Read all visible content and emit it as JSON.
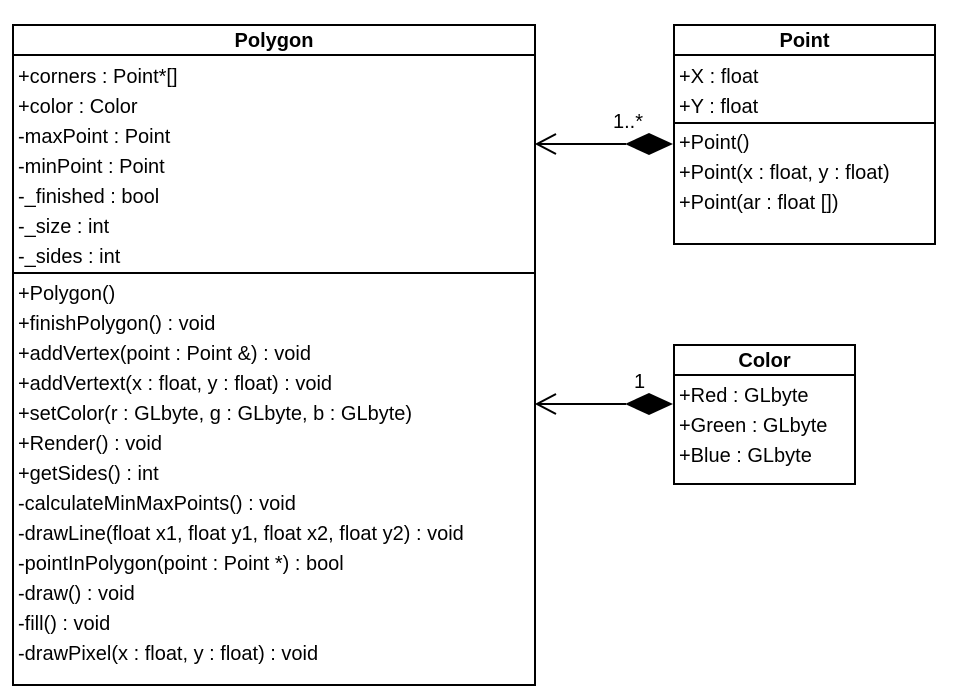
{
  "classes": {
    "polygon": {
      "name": "Polygon",
      "attributes": [
        "+corners : Point*[]",
        "+color : Color",
        "-maxPoint : Point",
        "-minPoint : Point",
        "-_finished : bool",
        "-_size : int",
        "-_sides : int"
      ],
      "operations": [
        "+Polygon()",
        "+finishPolygon() : void",
        "+addVertex(point : Point &) : void",
        "+addVertext(x : float, y : float) : void",
        "+setColor(r : GLbyte, g : GLbyte, b : GLbyte)",
        "+Render() : void",
        "+getSides() : int",
        "-calculateMinMaxPoints() : void",
        "-drawLine(float x1, float y1, float x2, float y2) : void",
        "-pointInPolygon(point : Point *) : bool",
        "-draw() : void",
        "-fill() : void",
        "-drawPixel(x : float, y : float) : void"
      ]
    },
    "point": {
      "name": "Point",
      "attributes": [
        "+X : float",
        "+Y : float"
      ],
      "operations": [
        "+Point()",
        "+Point(x : float, y : float)",
        "+Point(ar : float [])"
      ]
    },
    "color": {
      "name": "Color",
      "attributes": [
        "+Red : GLbyte",
        "+Green : GLbyte",
        "+Blue : GLbyte"
      ]
    }
  },
  "associations": {
    "point_to_polygon": {
      "type": "composition",
      "multiplicity": "1..*"
    },
    "color_to_polygon": {
      "type": "composition",
      "multiplicity": "1"
    }
  },
  "colors": {
    "line": "#000000",
    "background": "#ffffff"
  }
}
